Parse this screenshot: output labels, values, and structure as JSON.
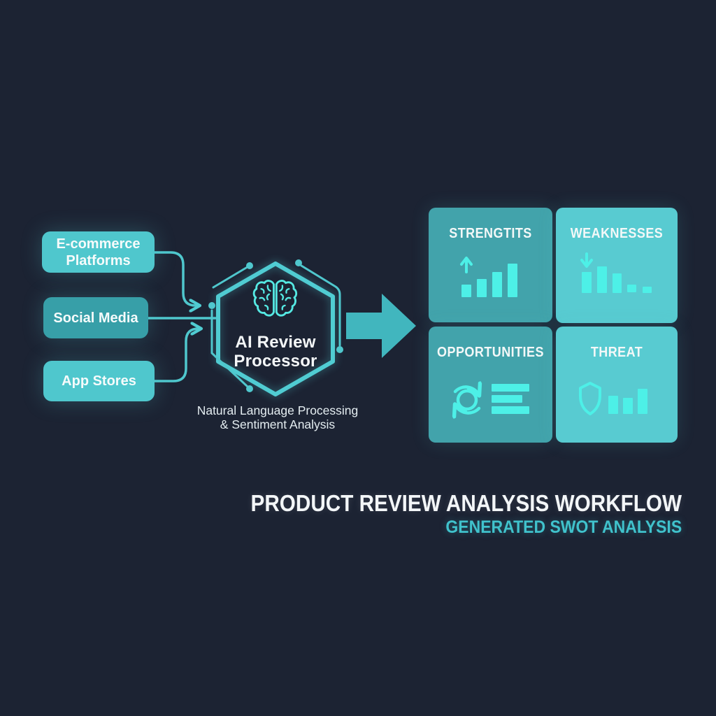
{
  "palette": {
    "background": "#1c2333",
    "teal_light": "#4fc7cd",
    "teal_dark": "#379fa8",
    "card_dark": "#42a3ab",
    "card_light": "#58cbd1",
    "icon_bright": "#4df0e7",
    "line_teal": "#50ccd2",
    "arrow_fill": "#41b6be",
    "subtitle_teal": "#40c2cc",
    "text_white": "#f4f7f8"
  },
  "sources": [
    {
      "label": "E-commerce Platforms",
      "variant": "light"
    },
    {
      "label": "Social Media",
      "variant": "dark"
    },
    {
      "label": "App Stores",
      "variant": "light"
    }
  ],
  "processor": {
    "icon": "brain-icon",
    "name_lines": [
      "AI Review",
      "Processor"
    ],
    "caption_lines": [
      "Natural Language Processing",
      "& Sentiment Analysis"
    ]
  },
  "swot": {
    "cards": [
      {
        "label": "STRENGTITS",
        "variant": "dark",
        "icon": "trend-up-bars-icon"
      },
      {
        "label": "WEAKNESSES",
        "variant": "light",
        "icon": "trend-down-bars-icon"
      },
      {
        "label": "OPPORTUNITIES",
        "variant": "dark",
        "icon": "refresh-lines-icon"
      },
      {
        "label": "THREAT",
        "variant": "light",
        "icon": "shield-bars-icon"
      }
    ]
  },
  "footer": {
    "title": "PRODUCT REVIEW ANALYSIS WORKFLOW",
    "subtitle": "GENERATED SWOT ANALYSIS"
  }
}
